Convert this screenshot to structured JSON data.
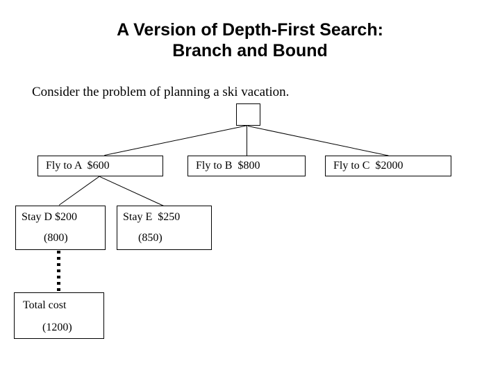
{
  "slide": {
    "title_lines": [
      "A Version of Depth-First Search:",
      "Branch and Bound"
    ],
    "intro": "Consider the problem of planning a ski vacation.",
    "background_color": "#ffffff",
    "ink_color": "#000000"
  },
  "tree": {
    "root": {
      "label": ""
    },
    "level2": [
      {
        "id": "fly-a",
        "label": "Fly to A  $600"
      },
      {
        "id": "fly-b",
        "label": "Fly to B  $800"
      },
      {
        "id": "fly-c",
        "label": "Fly to C  $2000"
      }
    ],
    "level3": [
      {
        "id": "stay-d",
        "line1": "Stay D $200",
        "line2": "(800)"
      },
      {
        "id": "stay-e",
        "line1": "Stay E  $250",
        "line2": "(850)"
      }
    ],
    "level4": [
      {
        "id": "total",
        "line1": "Total cost",
        "line2": "(1200)"
      }
    ],
    "edges": [
      {
        "from": "root",
        "to": "fly-a",
        "style": "solid"
      },
      {
        "from": "root",
        "to": "fly-b",
        "style": "solid"
      },
      {
        "from": "root",
        "to": "fly-c",
        "style": "solid"
      },
      {
        "from": "fly-a",
        "to": "stay-d",
        "style": "solid"
      },
      {
        "from": "fly-a",
        "to": "stay-e",
        "style": "solid"
      },
      {
        "from": "stay-d",
        "to": "total",
        "style": "dotted"
      }
    ]
  }
}
